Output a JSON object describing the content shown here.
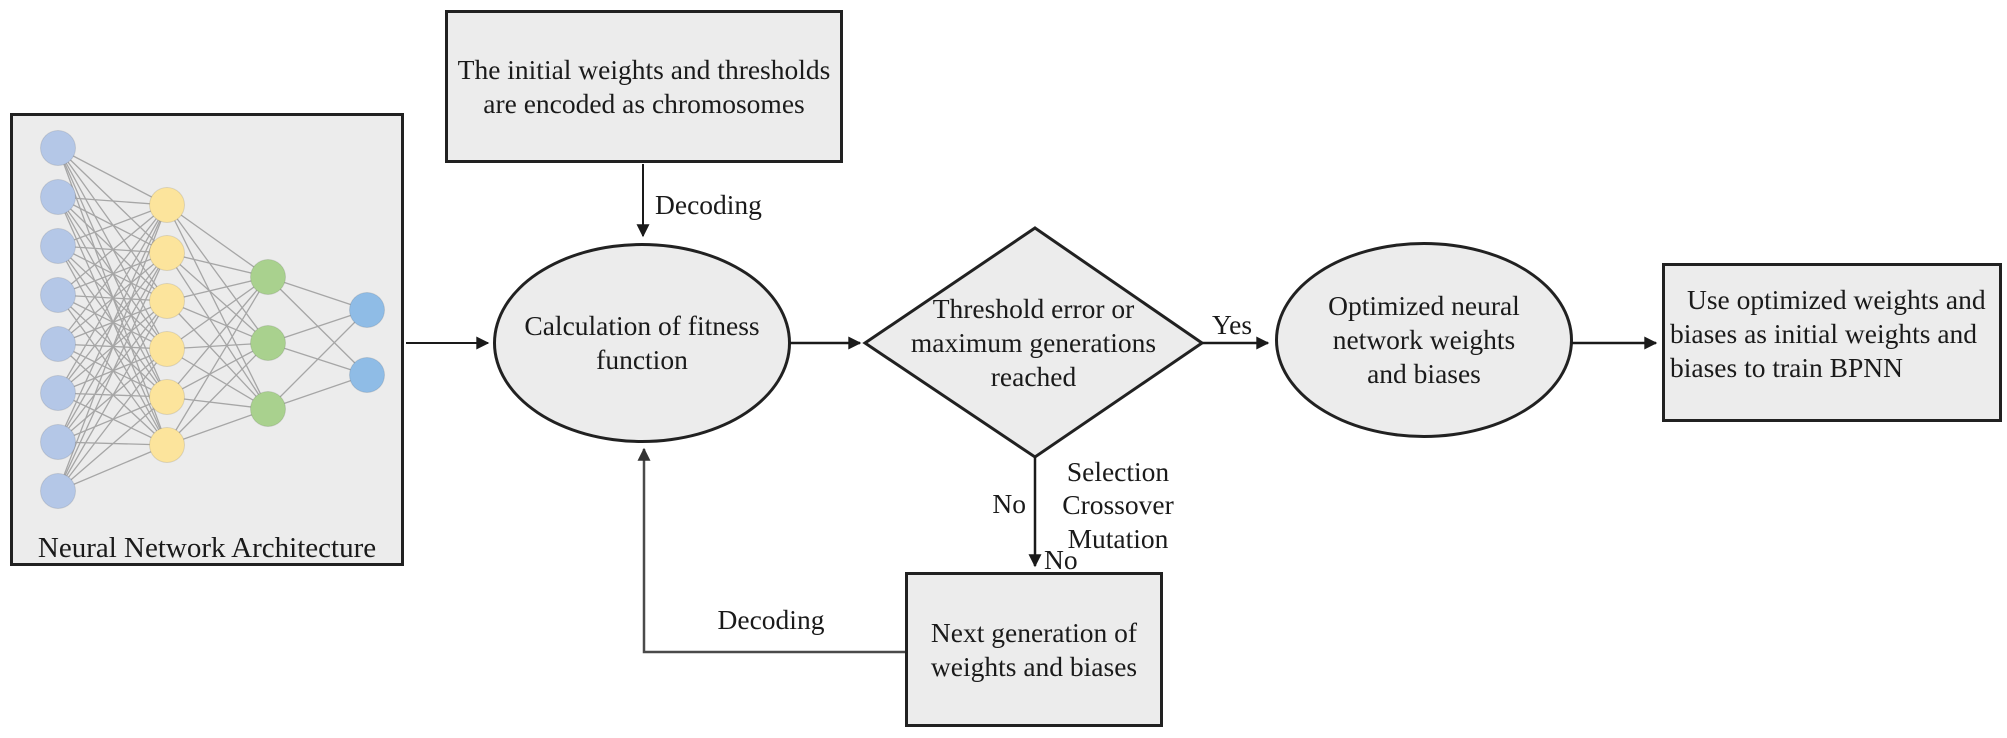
{
  "title": "GA-BPNN optimization flowchart",
  "colors": {
    "shape_fill": "#ececec",
    "shape_border": "#212121",
    "arrow": "#1a1a1a",
    "feedback_arrow": "#4a4a4a",
    "text": "#1a1a1a",
    "nn_link": "#a6a6a6"
  },
  "network": {
    "label": "Neural Network Architecture",
    "layers": [
      {
        "name": "input-layer",
        "count": 8,
        "color": "#b4c7e7"
      },
      {
        "name": "hidden-layer-1",
        "count": 6,
        "color": "#fce49c"
      },
      {
        "name": "hidden-layer-2",
        "count": 3,
        "color": "#a9d18e"
      },
      {
        "name": "output-layer",
        "count": 2,
        "color": "#8fbce6"
      }
    ]
  },
  "nodes": {
    "encode_box": {
      "lines": [
        "The initial weights and thresholds",
        "are encoded as chromosomes"
      ]
    },
    "fitness_ellipse": {
      "lines": [
        "Calculation of fitness",
        "function"
      ]
    },
    "decision_diamond": {
      "lines": [
        "Threshold error or",
        "maximum generations",
        "reached"
      ]
    },
    "optimized_ellipse": {
      "lines": [
        "Optimized neural",
        "network weights",
        "and biases"
      ]
    },
    "train_box": {
      "lines": [
        "Use optimized weights and",
        "biases as initial weights and",
        "biases to train BPNN"
      ]
    },
    "nextgen_box": {
      "lines": [
        "Next generation of",
        "weights and biases"
      ]
    }
  },
  "edge_labels": {
    "decoding_top": "Decoding",
    "yes": "Yes",
    "no_left": "No",
    "selection": "Selection",
    "crossover": "Crossover",
    "mutation": "Mutation",
    "no_bottom": "No",
    "decoding_feedback": "Decoding"
  }
}
